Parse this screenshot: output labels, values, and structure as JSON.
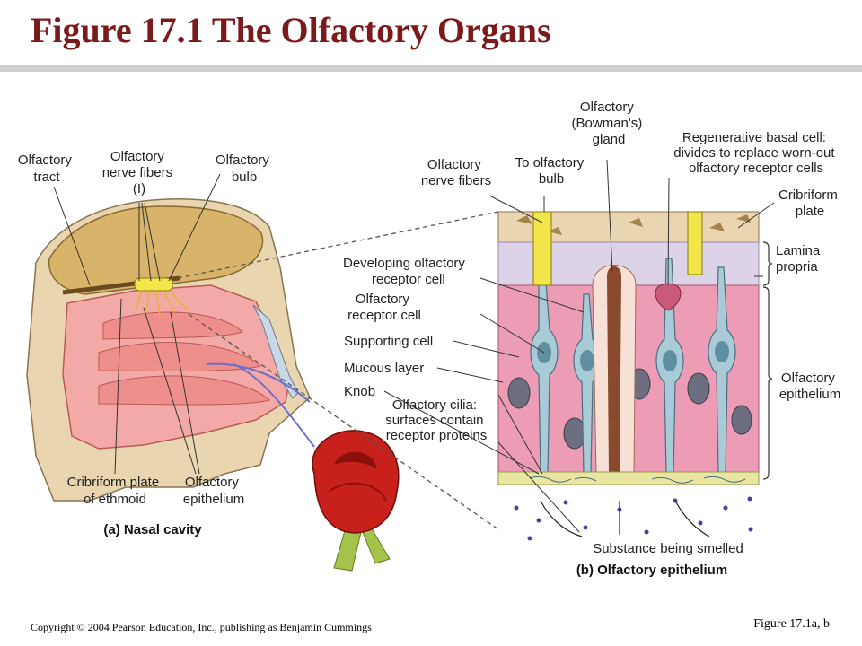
{
  "slide": {
    "title": "Figure 17.1  The Olfactory Organs",
    "copyright": "Copyright © 2004 Pearson Education, Inc., publishing as Benjamin Cummings",
    "figure_ref": "Figure 17.1a, b"
  },
  "panel_a": {
    "caption": "(a) Nasal cavity",
    "labels": {
      "olfactory_tract": [
        "Olfactory",
        "tract"
      ],
      "nerve_fibers": [
        "Olfactory",
        "nerve fibers",
        "(I)"
      ],
      "olfactory_bulb": [
        "Olfactory",
        "bulb"
      ],
      "cribriform_plate": [
        "Cribriform plate",
        "of ethmoid"
      ],
      "olfactory_epithelium": [
        "Olfactory",
        "epithelium"
      ]
    }
  },
  "panel_b": {
    "caption": "(b) Olfactory epithelium",
    "labels": {
      "bowmans_gland": [
        "Olfactory",
        "(Bowman's)",
        "gland"
      ],
      "basal_cell": [
        "Regenerative basal cell:",
        "divides to replace worn-out",
        "olfactory receptor cells"
      ],
      "nerve_fibers": [
        "Olfactory",
        "nerve fibers"
      ],
      "to_bulb": [
        "To olfactory",
        "bulb"
      ],
      "cribriform_plate": [
        "Cribriform",
        "plate"
      ],
      "lamina_propria": [
        "Lamina",
        "propria"
      ],
      "developing_receptor": [
        "Developing olfactory",
        "receptor cell"
      ],
      "receptor_cell": [
        "Olfactory",
        "receptor cell"
      ],
      "supporting_cell": [
        "Supporting cell"
      ],
      "mucous_layer": [
        "Mucous layer"
      ],
      "knob": [
        "Knob"
      ],
      "cilia": [
        "Olfactory cilia:",
        "surfaces contain",
        "receptor proteins"
      ],
      "epithelium": [
        "Olfactory",
        "epithelium"
      ],
      "substance": [
        "Substance being smelled"
      ]
    }
  },
  "colors": {
    "title": "#7b1a1a",
    "tissue_pink": "#f3a9a6",
    "receptor_blue": "#a9cbd8",
    "nerve_yellow": "#f2e64a",
    "bone": "#e9d6b0",
    "gland_brown": "#8a4a2e",
    "rose_red": "#c8201a"
  }
}
